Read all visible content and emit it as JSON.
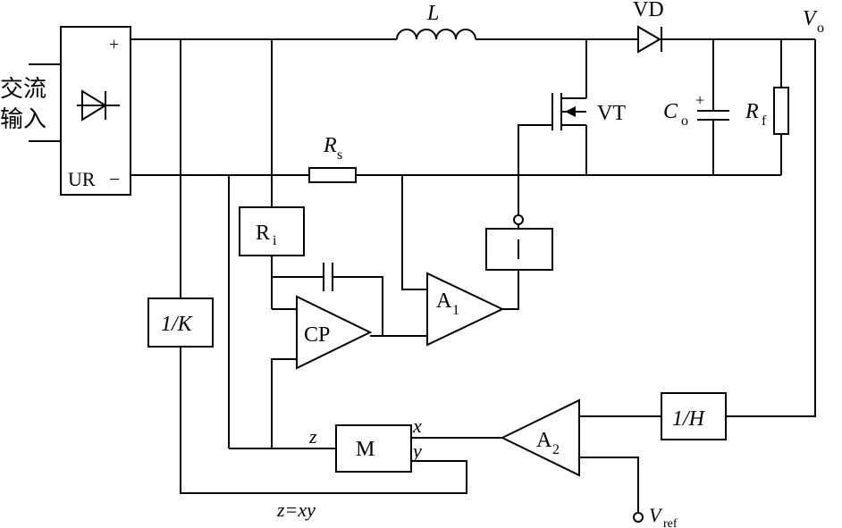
{
  "labels": {
    "input_line1": "交流",
    "input_line2": "输入",
    "rectifier": "UR",
    "plus": "+",
    "minus": "−",
    "inductor": "L",
    "diode": "VD",
    "output": "V",
    "output_sub": "o",
    "transistor": "VT",
    "cap": "C",
    "cap_sub": "o",
    "cap_plus": "+",
    "load": "R",
    "load_sub": "f",
    "sense": "R",
    "sense_sub": "s",
    "ri": "R",
    "ri_sub": "i",
    "inv_k": "1/K",
    "comparator": "CP",
    "amp1": "A",
    "amp1_sub": "1",
    "amp2": "A",
    "amp2_sub": "2",
    "multiplier": "M",
    "inv_h": "1/H",
    "mx": "x",
    "my": "y",
    "mz": "z",
    "equation": "z=xy",
    "vref": "V",
    "vref_sub": "ref"
  }
}
